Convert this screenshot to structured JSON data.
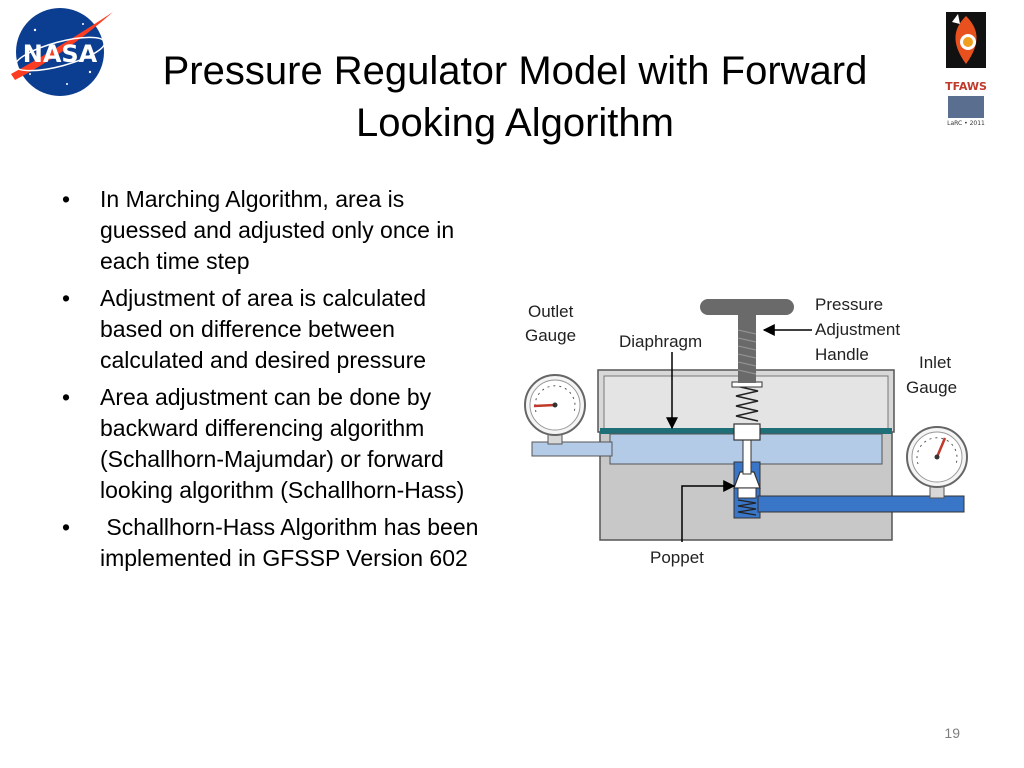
{
  "slide": {
    "title_line1": "Pressure Regulator Model with Forward",
    "title_line2": "Looking Algorithm",
    "page_number": "19",
    "bullet_char": "•",
    "bullets": [
      "In Marching Algorithm, area is guessed and adjusted only once in each time step",
      "Adjustment of area is calculated based on difference between calculated and desired pressure",
      "Area adjustment can be done by backward differencing algorithm (Schallhorn-Majumdar) or forward looking algorithm (Schallhorn-Hass)",
      " Schallhorn-Hass Algorithm has been implemented in GFSSP Version 602"
    ]
  },
  "logos": {
    "nasa_text": "NASA",
    "tfaws_text": "TFAWS",
    "tfaws_caption": "LaRC • 2011"
  },
  "diagram": {
    "outlet_gauge_l1": "Outlet",
    "outlet_gauge_l2": "Gauge",
    "diaphragm": "Diaphragm",
    "handle_l1": "Pressure",
    "handle_l2": "Adjustment",
    "handle_l3": "Handle",
    "inlet_gauge_l1": "Inlet",
    "inlet_gauge_l2": "Gauge",
    "poppet": "Poppet"
  },
  "colors": {
    "body_gray": "#c8c8c8",
    "outlet_blue": "#b4cbe8",
    "inlet_blue": "#3a76c8",
    "diaphragm_teal": "#1f6f78",
    "handle_gray": "#6a6a6a",
    "nasa_blue": "#0b3d91",
    "nasa_red": "#fc3d21"
  }
}
